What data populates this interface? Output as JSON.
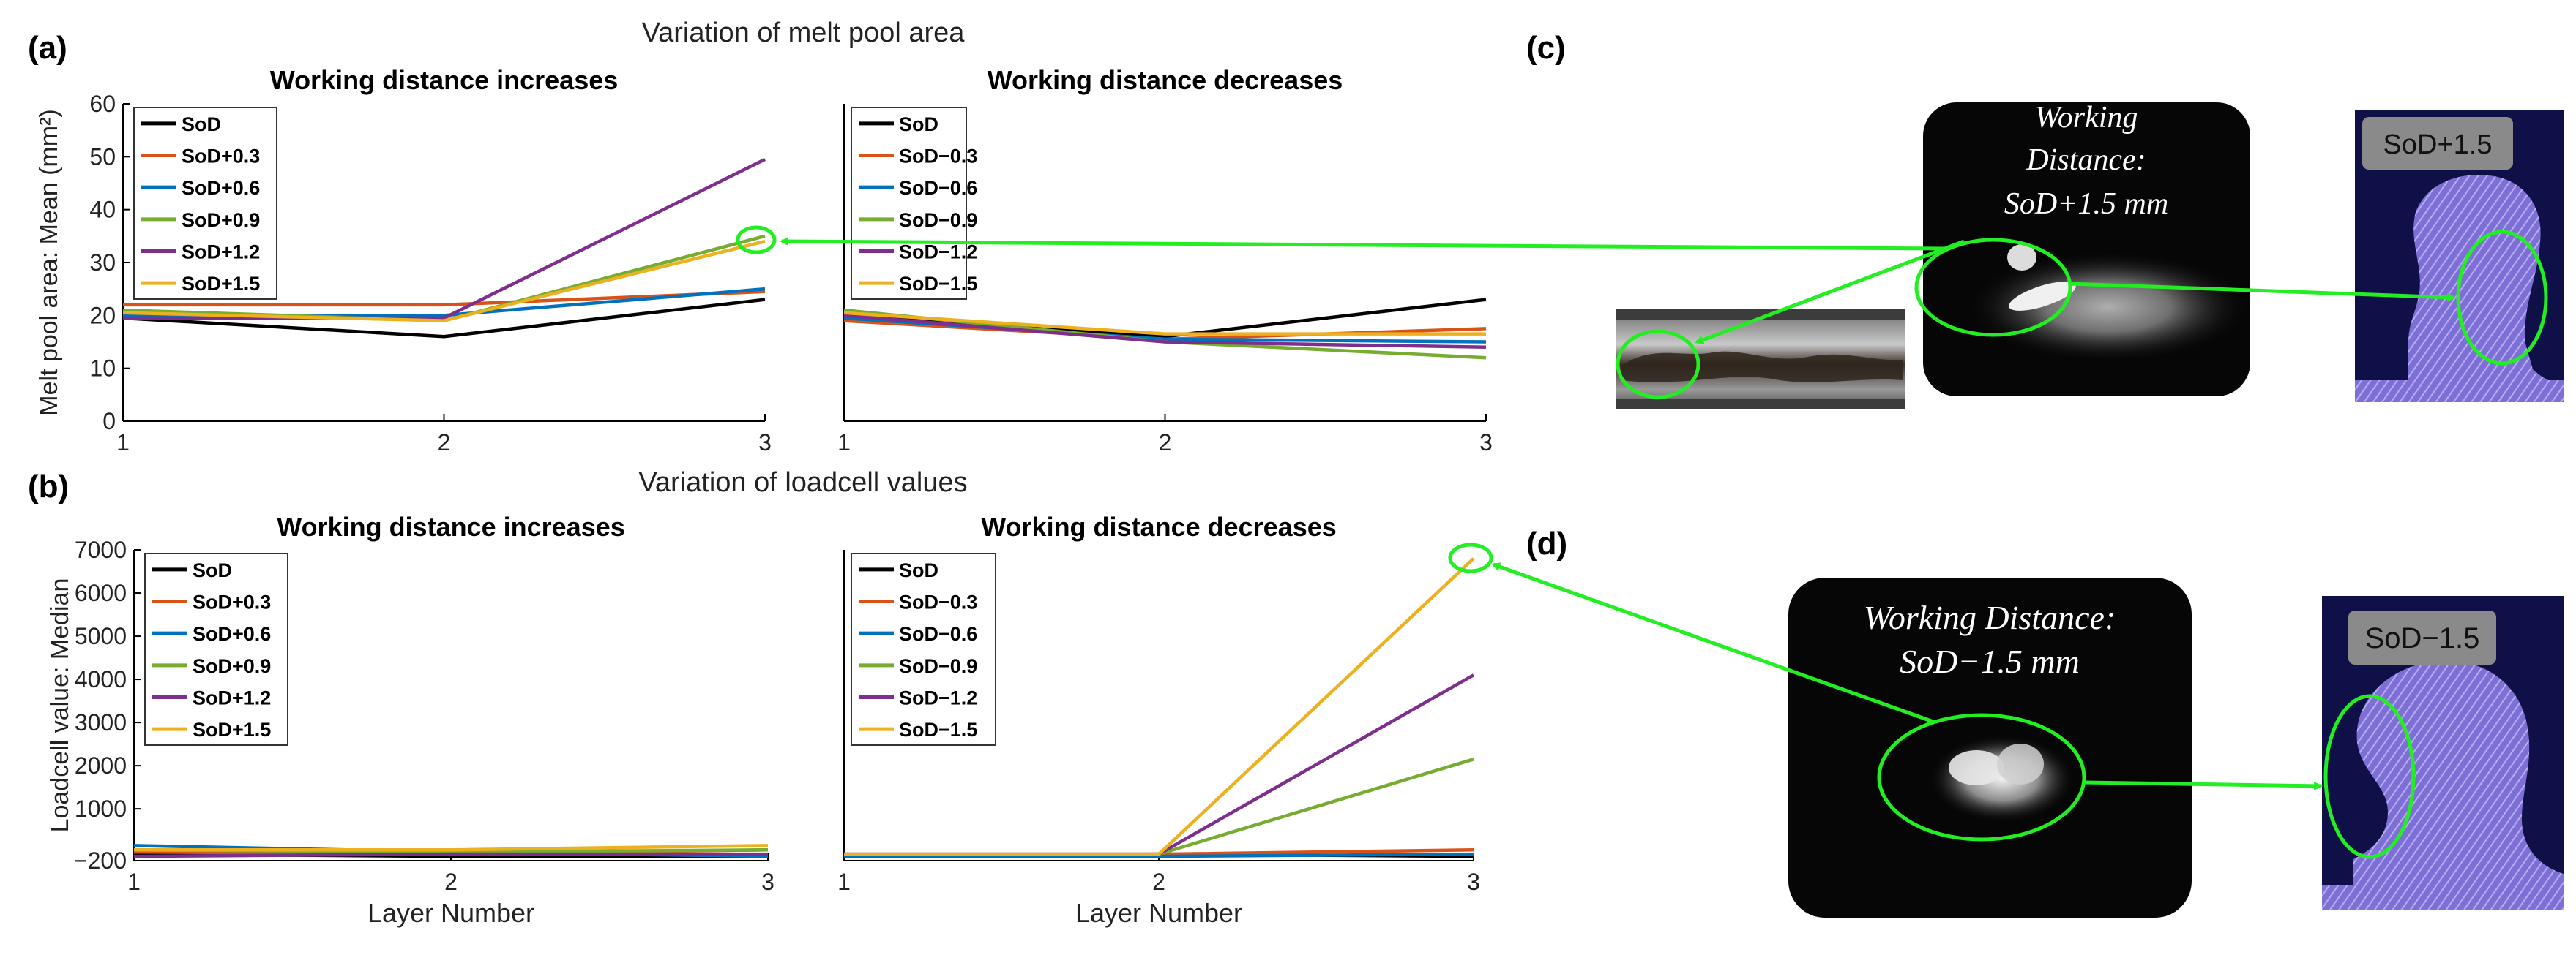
{
  "figure": {
    "panel_labels": {
      "a": "(a)",
      "b": "(b)",
      "c": "(c)",
      "d": "(d)"
    },
    "section_title_a": "Variation of melt pool area",
    "section_title_b": "Variation of loadcell values",
    "colors": {
      "highlight": "#22ee22",
      "pool_bg": "#060606"
    }
  },
  "chart_data": [
    {
      "type": "line",
      "panel": "a-left",
      "title": "Working distance increases",
      "ylabel": "Melt pool area: Mean (mm²)",
      "xlabel": "",
      "x": [
        1,
        2,
        3
      ],
      "xlim": [
        1,
        3
      ],
      "ylim": [
        0,
        60
      ],
      "yticks": [
        0,
        10,
        20,
        30,
        40,
        50,
        60
      ],
      "xticks": [
        1,
        2,
        3
      ],
      "legend": "top-left",
      "series": [
        {
          "name": "SoD",
          "color": "#000000",
          "values": [
            19.5,
            16,
            23
          ]
        },
        {
          "name": "SoD+0.3",
          "color": "#d95319",
          "values": [
            22,
            22,
            24.5
          ]
        },
        {
          "name": "SoD+0.6",
          "color": "#0072bd",
          "values": [
            20,
            20,
            25
          ]
        },
        {
          "name": "SoD+0.9",
          "color": "#77ac30",
          "values": [
            21,
            19,
            35
          ]
        },
        {
          "name": "SoD+1.2",
          "color": "#7e2f8e",
          "values": [
            19.5,
            19.5,
            49.5
          ]
        },
        {
          "name": "SoD+1.5",
          "color": "#edb120",
          "values": [
            20.5,
            19,
            34
          ]
        }
      ]
    },
    {
      "type": "line",
      "panel": "a-right",
      "title": "Working distance decreases",
      "ylabel": "",
      "xlabel": "",
      "x": [
        1,
        2,
        3
      ],
      "xlim": [
        1,
        3
      ],
      "ylim": [
        0,
        60
      ],
      "yticks": [],
      "xticks": [
        1,
        2,
        3
      ],
      "legend": "top-left",
      "series": [
        {
          "name": "SoD",
          "color": "#000000",
          "values": [
            20,
            16,
            23
          ]
        },
        {
          "name": "SoD−0.3",
          "color": "#d95319",
          "values": [
            19,
            15.5,
            17.5
          ]
        },
        {
          "name": "SoD−0.6",
          "color": "#0072bd",
          "values": [
            19.5,
            15.5,
            15
          ]
        },
        {
          "name": "SoD−0.9",
          "color": "#77ac30",
          "values": [
            21,
            15,
            12
          ]
        },
        {
          "name": "SoD−1.2",
          "color": "#7e2f8e",
          "values": [
            20,
            15,
            14
          ]
        },
        {
          "name": "SoD−1.5",
          "color": "#edb120",
          "values": [
            20.5,
            16.5,
            16.5
          ]
        }
      ]
    },
    {
      "type": "line",
      "panel": "b-left",
      "title": "Working distance increases",
      "ylabel": "Loadcell value: Median",
      "xlabel": "Layer Number",
      "x": [
        1,
        2,
        3
      ],
      "xlim": [
        1,
        3
      ],
      "ylim": [
        -200,
        7000
      ],
      "yticks": [
        -200,
        1000,
        2000,
        3000,
        4000,
        5000,
        6000,
        7000
      ],
      "xticks": [
        1,
        2,
        3
      ],
      "legend": "top-left",
      "series": [
        {
          "name": "SoD",
          "color": "#000000",
          "values": [
            -50,
            -100,
            -100
          ]
        },
        {
          "name": "SoD+0.3",
          "color": "#d95319",
          "values": [
            0,
            -50,
            50
          ]
        },
        {
          "name": "SoD+0.6",
          "color": "#0072bd",
          "values": [
            150,
            0,
            -100
          ]
        },
        {
          "name": "SoD+0.9",
          "color": "#77ac30",
          "values": [
            50,
            0,
            50
          ]
        },
        {
          "name": "SoD+1.2",
          "color": "#7e2f8e",
          "values": [
            -100,
            -50,
            -50
          ]
        },
        {
          "name": "SoD+1.5",
          "color": "#edb120",
          "values": [
            50,
            50,
            150
          ]
        }
      ]
    },
    {
      "type": "line",
      "panel": "b-right",
      "title": "Working distance decreases",
      "ylabel": "",
      "xlabel": "Layer Number",
      "x": [
        1,
        2,
        3
      ],
      "xlim": [
        1,
        3
      ],
      "ylim": [
        -200,
        7000
      ],
      "yticks": [],
      "xticks": [
        1,
        2,
        3
      ],
      "legend": "top-left",
      "series": [
        {
          "name": "SoD",
          "color": "#000000",
          "values": [
            -100,
            -50,
            -100
          ]
        },
        {
          "name": "SoD−0.3",
          "color": "#d95319",
          "values": [
            -50,
            -50,
            50
          ]
        },
        {
          "name": "SoD−0.6",
          "color": "#0072bd",
          "values": [
            -100,
            -100,
            -50
          ]
        },
        {
          "name": "SoD−0.9",
          "color": "#77ac30",
          "values": [
            -50,
            -50,
            2150
          ]
        },
        {
          "name": "SoD−1.2",
          "color": "#7e2f8e",
          "values": [
            -50,
            -50,
            4100
          ]
        },
        {
          "name": "SoD−1.5",
          "color": "#edb120",
          "values": [
            -50,
            -50,
            6800
          ]
        }
      ]
    }
  ],
  "images": {
    "c_pool_label_line1": "Working",
    "c_pool_label_line2": "Distance:",
    "c_pool_label_line3": "SoD+1.5 mm",
    "c_cross_label": "SoD+1.5",
    "d_pool_label_line1": "Working Distance:",
    "d_pool_label_line2": "SoD−1.5 mm",
    "d_cross_label": "SoD−1.5"
  }
}
